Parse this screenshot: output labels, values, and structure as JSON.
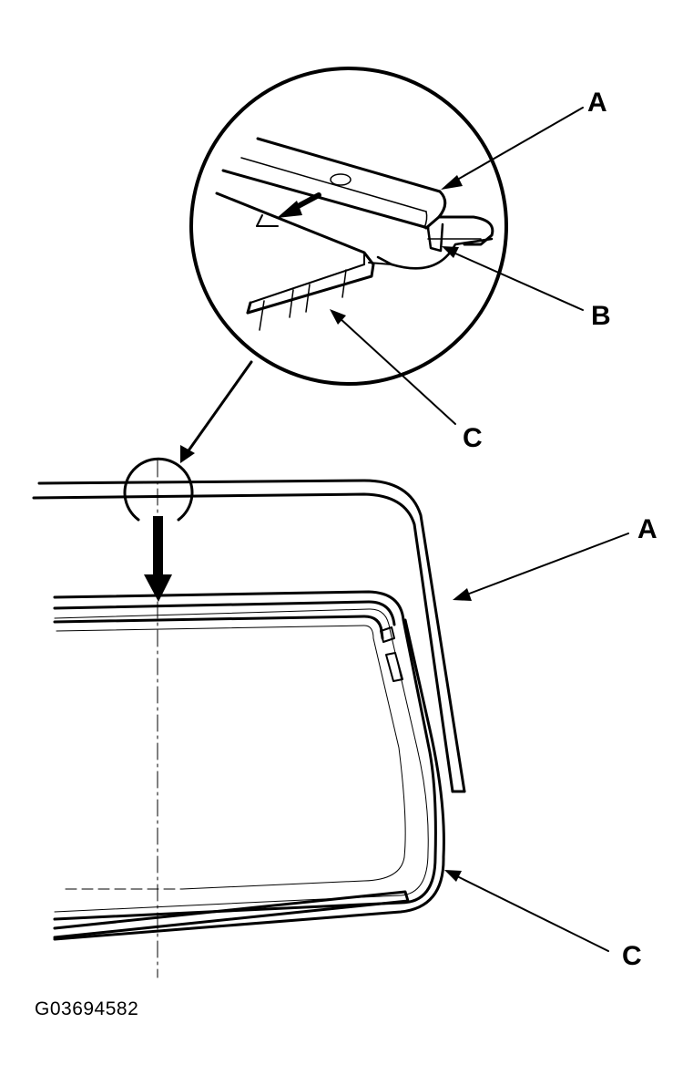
{
  "callouts": {
    "detail_a": "A",
    "detail_b": "B",
    "detail_c": "C",
    "main_a": "A",
    "main_c": "C"
  },
  "figure_id": "G03694582",
  "colors": {
    "line": "#000000",
    "background": "#ffffff"
  }
}
